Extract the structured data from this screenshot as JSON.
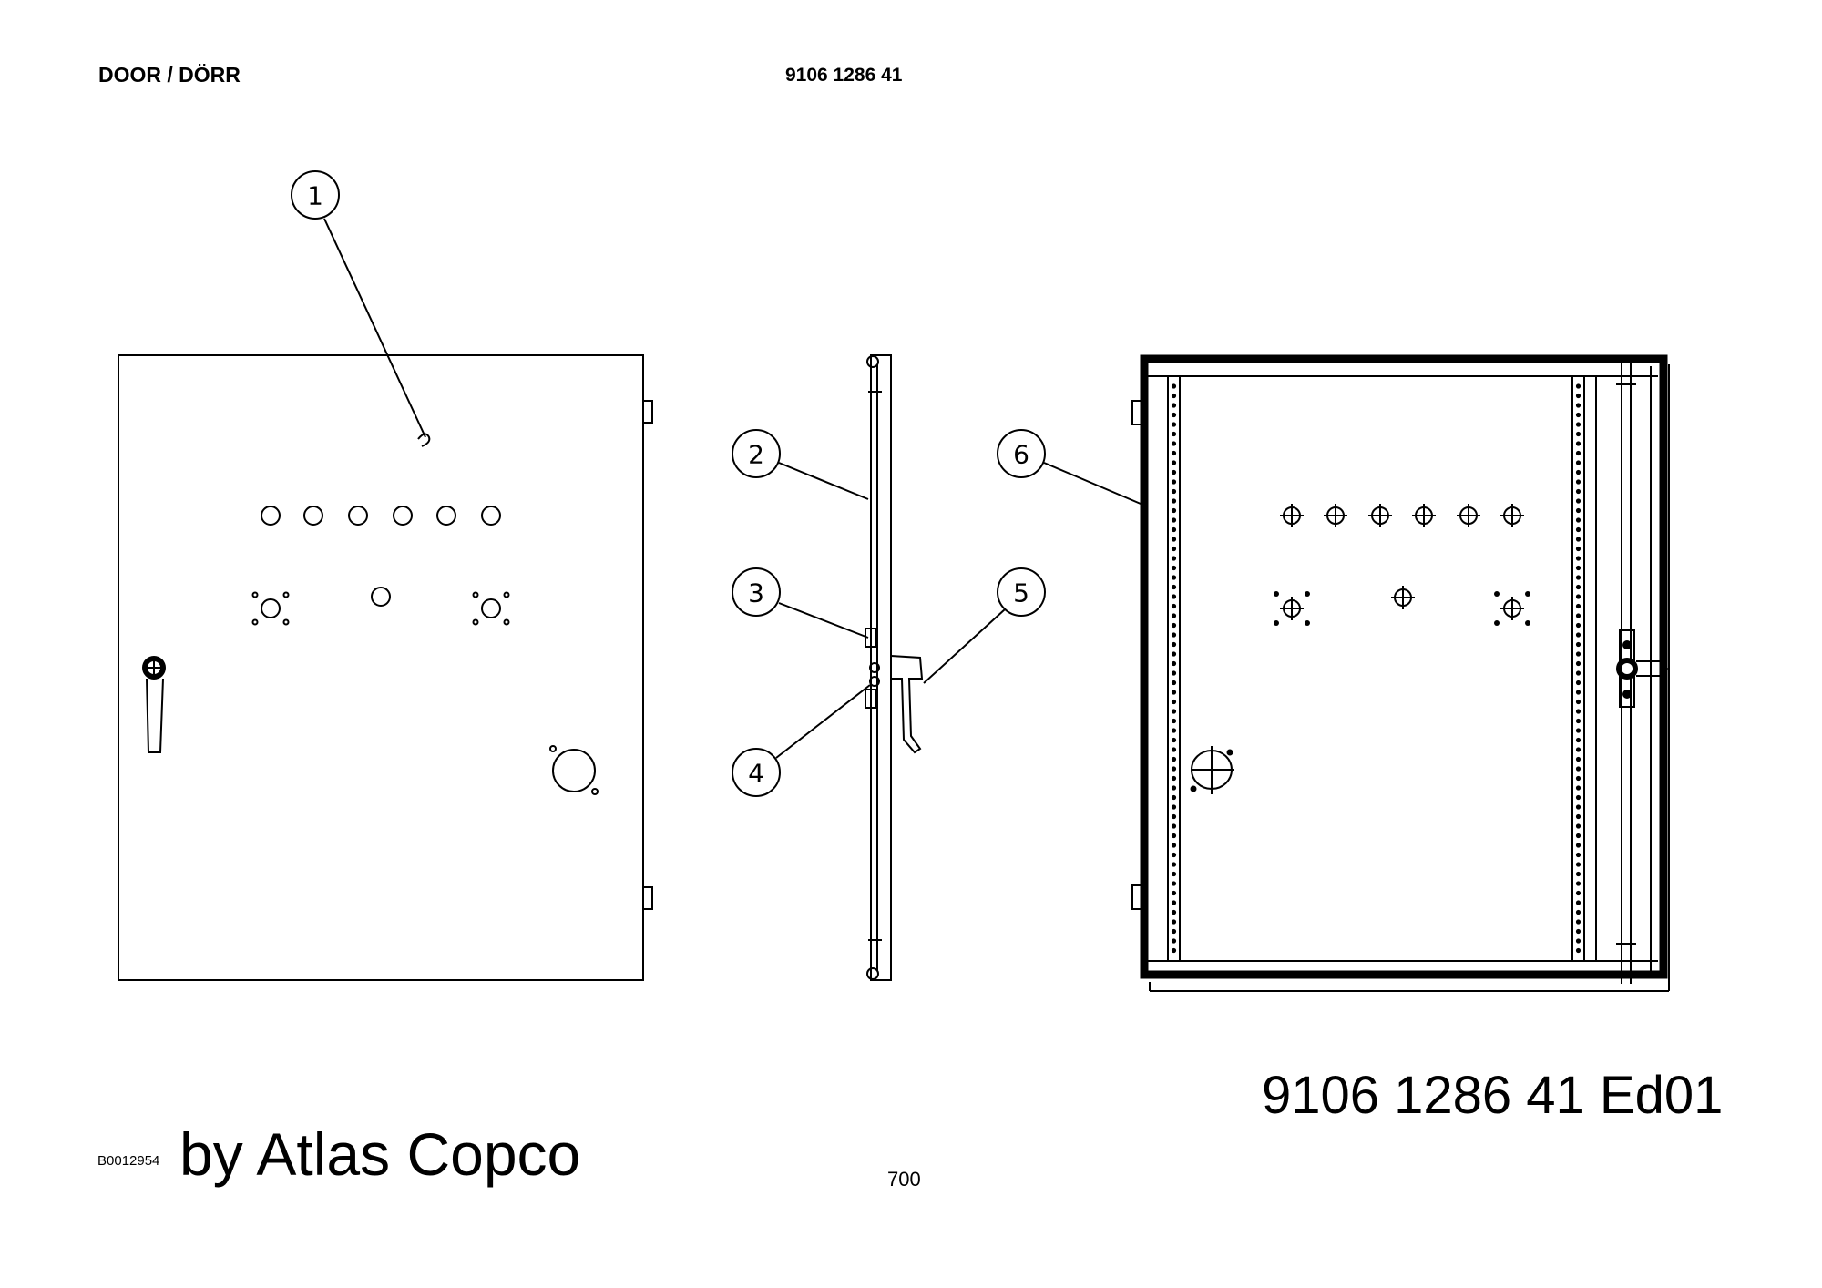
{
  "header": {
    "title": "DOOR / DÖRR",
    "part_number": "9106 1286 41"
  },
  "balloons": [
    "1",
    "2",
    "3",
    "4",
    "5",
    "6"
  ],
  "footer": {
    "drawing_id": "B0012954",
    "brand_line": "by Atlas Copco",
    "edition": "9106 1286 41  Ed01",
    "page_number": "700"
  }
}
